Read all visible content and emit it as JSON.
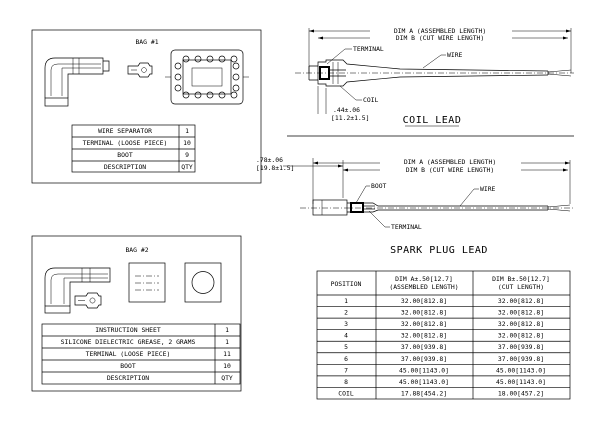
{
  "bag1": {
    "title": "BAG #1",
    "rows": [
      {
        "description": "WIRE SEPARATOR",
        "qty": "1"
      },
      {
        "description": "TERMINAL (LOOSE PIECE)",
        "qty": "10"
      },
      {
        "description": "BOOT",
        "qty": "9"
      }
    ],
    "header": {
      "description": "DESCRIPTION",
      "qty": "QTY"
    }
  },
  "bag2": {
    "title": "BAG #2",
    "rows": [
      {
        "description": "INSTRUCTION SHEET",
        "qty": "1"
      },
      {
        "description": "SILICONE DIELECTRIC GREASE, 2 GRAMS",
        "qty": "1"
      },
      {
        "description": "TERMINAL (LOOSE PIECE)",
        "qty": "11"
      },
      {
        "description": "BOOT",
        "qty": "10"
      }
    ],
    "header": {
      "description": "DESCRIPTION",
      "qty": "QTY"
    }
  },
  "coil_lead": {
    "title": "COIL LEAD",
    "dim_a": "DIM A (ASSEMBLED LENGTH)",
    "dim_b": "DIM B (CUT WIRE LENGTH)",
    "label_terminal": "TERMINAL",
    "label_wire": "WIRE",
    "label_coil": "COIL",
    "dim_small_1": ".44±.06",
    "dim_small_2": "[11.2±1.5]"
  },
  "spark_plug_lead": {
    "title": "SPARK PLUG LEAD",
    "dim_a": "DIM A (ASSEMBLED LENGTH)",
    "dim_b": "DIM B (CUT WIRE LENGTH)",
    "label_boot": "BOOT",
    "label_wire": "WIRE",
    "label_terminal": "TERMINAL",
    "dim_small_1": ".78±.06",
    "dim_small_2": "[19.8±1.5]"
  },
  "length_table": {
    "col_position": "POSITION",
    "col_a_line1": "DIM A±.50[12.7]",
    "col_a_line2": "(ASSEMBLED LENGTH)",
    "col_b_line1": "DIM B±.50[12.7]",
    "col_b_line2": "(CUT LENGTH)",
    "rows": [
      {
        "pos": "1",
        "a": "32.00[812.8]",
        "b": "32.00[812.8]"
      },
      {
        "pos": "2",
        "a": "32.00[812.8]",
        "b": "32.00[812.8]"
      },
      {
        "pos": "3",
        "a": "32.00[812.8]",
        "b": "32.00[812.8]"
      },
      {
        "pos": "4",
        "a": "32.00[812.8]",
        "b": "32.00[812.8]"
      },
      {
        "pos": "5",
        "a": "37.00[939.8]",
        "b": "37.00[939.8]"
      },
      {
        "pos": "6",
        "a": "37.00[939.8]",
        "b": "37.00[939.8]"
      },
      {
        "pos": "7",
        "a": "45.00[1143.0]",
        "b": "45.00[1143.0]"
      },
      {
        "pos": "8",
        "a": "45.00[1143.0]",
        "b": "45.00[1143.0]"
      },
      {
        "pos": "COIL",
        "a": "17.88[454.2]",
        "b": "18.00[457.2]"
      }
    ]
  }
}
